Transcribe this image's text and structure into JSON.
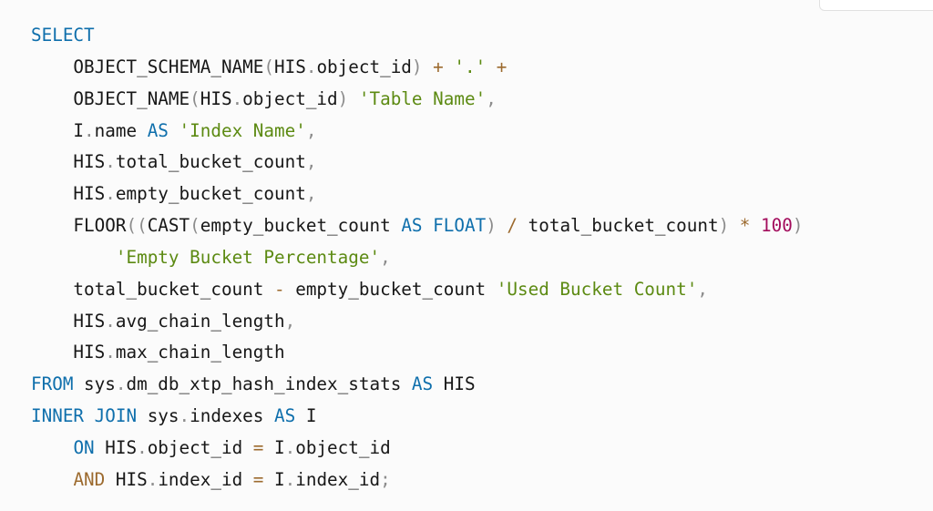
{
  "colors": {
    "background": "#fbfbfb",
    "text": "#171717",
    "keyword": "#0f6fac",
    "string": "#5c8a12",
    "operator": "#9c6a2e",
    "number": "#a30c5c",
    "punctuation": "#8c8c8c"
  },
  "code": {
    "lines": [
      [
        {
          "t": "SELECT",
          "c": "kw"
        }
      ],
      [
        {
          "t": "    OBJECT_SCHEMA_NAME",
          "c": ""
        },
        {
          "t": "(",
          "c": "punct"
        },
        {
          "t": "HIS",
          "c": ""
        },
        {
          "t": ".",
          "c": "punct"
        },
        {
          "t": "object_id",
          "c": ""
        },
        {
          "t": ")",
          "c": "punct"
        },
        {
          "t": " ",
          "c": ""
        },
        {
          "t": "+",
          "c": "op"
        },
        {
          "t": " ",
          "c": ""
        },
        {
          "t": "'.'",
          "c": "str"
        },
        {
          "t": " ",
          "c": ""
        },
        {
          "t": "+",
          "c": "op"
        }
      ],
      [
        {
          "t": "    OBJECT_NAME",
          "c": ""
        },
        {
          "t": "(",
          "c": "punct"
        },
        {
          "t": "HIS",
          "c": ""
        },
        {
          "t": ".",
          "c": "punct"
        },
        {
          "t": "object_id",
          "c": ""
        },
        {
          "t": ")",
          "c": "punct"
        },
        {
          "t": " ",
          "c": ""
        },
        {
          "t": "'Table Name'",
          "c": "str"
        },
        {
          "t": ",",
          "c": "punct"
        }
      ],
      [
        {
          "t": "    I",
          "c": ""
        },
        {
          "t": ".",
          "c": "punct"
        },
        {
          "t": "name ",
          "c": ""
        },
        {
          "t": "AS",
          "c": "kw"
        },
        {
          "t": " ",
          "c": ""
        },
        {
          "t": "'Index Name'",
          "c": "str"
        },
        {
          "t": ",",
          "c": "punct"
        }
      ],
      [
        {
          "t": "    HIS",
          "c": ""
        },
        {
          "t": ".",
          "c": "punct"
        },
        {
          "t": "total_bucket_count",
          "c": ""
        },
        {
          "t": ",",
          "c": "punct"
        }
      ],
      [
        {
          "t": "    HIS",
          "c": ""
        },
        {
          "t": ".",
          "c": "punct"
        },
        {
          "t": "empty_bucket_count",
          "c": ""
        },
        {
          "t": ",",
          "c": "punct"
        }
      ],
      [
        {
          "t": "    FLOOR",
          "c": ""
        },
        {
          "t": "((",
          "c": "punct"
        },
        {
          "t": "CAST",
          "c": ""
        },
        {
          "t": "(",
          "c": "punct"
        },
        {
          "t": "empty_bucket_count ",
          "c": ""
        },
        {
          "t": "AS",
          "c": "kw"
        },
        {
          "t": " ",
          "c": ""
        },
        {
          "t": "FLOAT",
          "c": "kw"
        },
        {
          "t": ")",
          "c": "punct"
        },
        {
          "t": " ",
          "c": ""
        },
        {
          "t": "/",
          "c": "op"
        },
        {
          "t": " total_bucket_count",
          "c": ""
        },
        {
          "t": ")",
          "c": "punct"
        },
        {
          "t": " ",
          "c": ""
        },
        {
          "t": "*",
          "c": "op"
        },
        {
          "t": " ",
          "c": ""
        },
        {
          "t": "100",
          "c": "num"
        },
        {
          "t": ")",
          "c": "punct"
        }
      ],
      [
        {
          "t": "        ",
          "c": ""
        },
        {
          "t": "'Empty Bucket Percentage'",
          "c": "str"
        },
        {
          "t": ",",
          "c": "punct"
        }
      ],
      [
        {
          "t": "    total_bucket_count ",
          "c": ""
        },
        {
          "t": "-",
          "c": "op"
        },
        {
          "t": " empty_bucket_count ",
          "c": ""
        },
        {
          "t": "'Used Bucket Count'",
          "c": "str"
        },
        {
          "t": ",",
          "c": "punct"
        }
      ],
      [
        {
          "t": "    HIS",
          "c": ""
        },
        {
          "t": ".",
          "c": "punct"
        },
        {
          "t": "avg_chain_length",
          "c": ""
        },
        {
          "t": ",",
          "c": "punct"
        }
      ],
      [
        {
          "t": "    HIS",
          "c": ""
        },
        {
          "t": ".",
          "c": "punct"
        },
        {
          "t": "max_chain_length",
          "c": ""
        }
      ],
      [
        {
          "t": "FROM",
          "c": "kw"
        },
        {
          "t": " sys",
          "c": ""
        },
        {
          "t": ".",
          "c": "punct"
        },
        {
          "t": "dm_db_xtp_hash_index_stats ",
          "c": ""
        },
        {
          "t": "AS",
          "c": "kw"
        },
        {
          "t": " HIS",
          "c": ""
        }
      ],
      [
        {
          "t": "INNER",
          "c": "kw"
        },
        {
          "t": " ",
          "c": ""
        },
        {
          "t": "JOIN",
          "c": "kw"
        },
        {
          "t": " sys",
          "c": ""
        },
        {
          "t": ".",
          "c": "punct"
        },
        {
          "t": "indexes ",
          "c": ""
        },
        {
          "t": "AS",
          "c": "kw"
        },
        {
          "t": " I",
          "c": ""
        }
      ],
      [
        {
          "t": "    ",
          "c": ""
        },
        {
          "t": "ON",
          "c": "kw"
        },
        {
          "t": " HIS",
          "c": ""
        },
        {
          "t": ".",
          "c": "punct"
        },
        {
          "t": "object_id ",
          "c": ""
        },
        {
          "t": "=",
          "c": "op"
        },
        {
          "t": " I",
          "c": ""
        },
        {
          "t": ".",
          "c": "punct"
        },
        {
          "t": "object_id",
          "c": ""
        }
      ],
      [
        {
          "t": "    ",
          "c": ""
        },
        {
          "t": "AND",
          "c": "and"
        },
        {
          "t": " HIS",
          "c": ""
        },
        {
          "t": ".",
          "c": "punct"
        },
        {
          "t": "index_id ",
          "c": ""
        },
        {
          "t": "=",
          "c": "op"
        },
        {
          "t": " I",
          "c": ""
        },
        {
          "t": ".",
          "c": "punct"
        },
        {
          "t": "index_id",
          "c": ""
        },
        {
          "t": ";",
          "c": "punct"
        }
      ]
    ]
  }
}
